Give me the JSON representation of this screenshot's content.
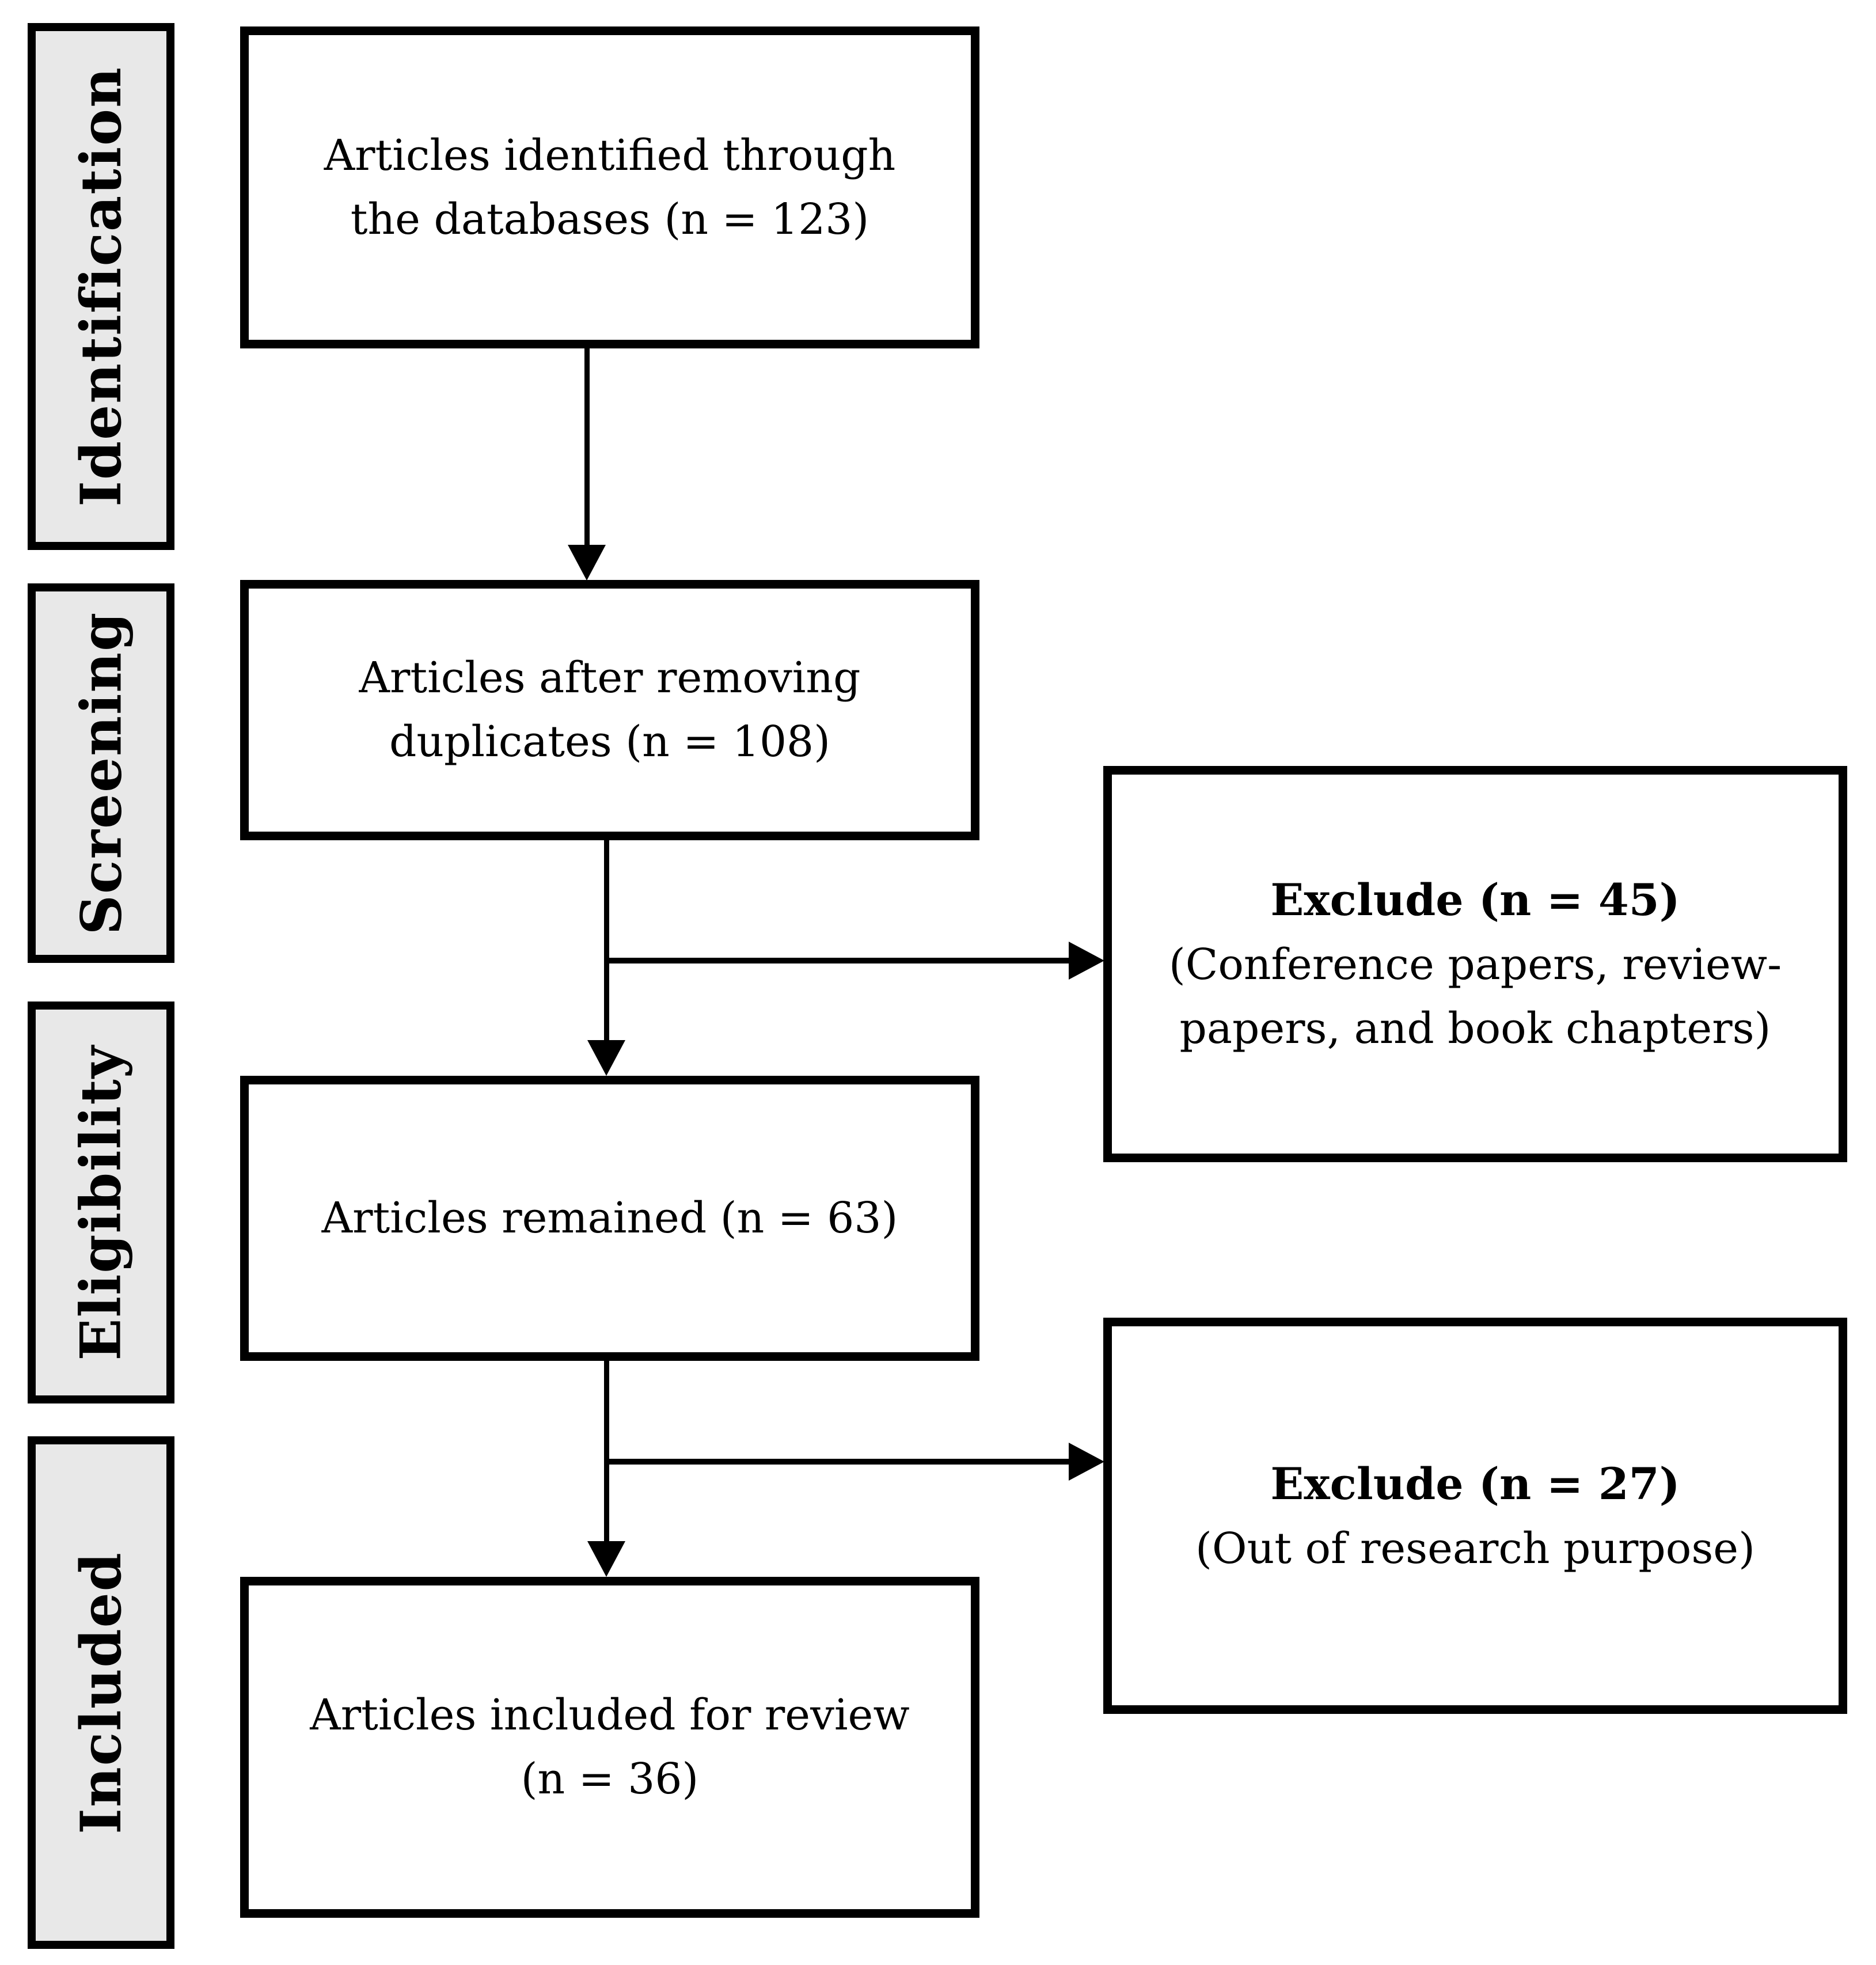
{
  "colors": {
    "background": "#ffffff",
    "box_border": "#000000",
    "stage_fill": "#e8e8e8",
    "text": "#000000"
  },
  "stages": [
    {
      "label": "Identification"
    },
    {
      "label": "Screening"
    },
    {
      "label": "Eligibility"
    },
    {
      "label": "Included"
    }
  ],
  "flow": [
    {
      "lines": [
        "Articles identified through",
        "the databases (n = 123)"
      ],
      "count": 123
    },
    {
      "lines": [
        "Articles after removing",
        "duplicates (n = 108)"
      ],
      "count": 108
    },
    {
      "lines": [
        "Articles remained (n = 63)"
      ],
      "count": 63
    },
    {
      "lines": [
        "Articles included for review",
        "(n = 36)"
      ],
      "count": 36
    }
  ],
  "exclusions": [
    {
      "title": "Exclude (n = 45)",
      "reason_lines": [
        "(Conference papers, review-",
        "papers, and book chapters)"
      ],
      "count": 45
    },
    {
      "title": "Exclude (n = 27)",
      "reason_lines": [
        "(Out of research purpose)"
      ],
      "count": 27
    }
  ]
}
